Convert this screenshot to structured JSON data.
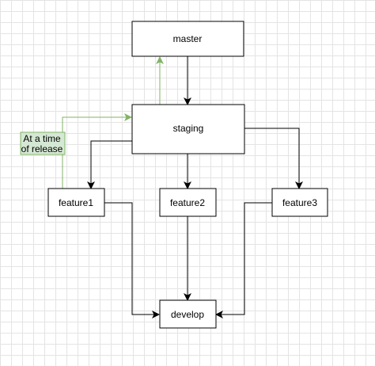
{
  "diagram": {
    "nodes": {
      "master": "master",
      "staging": "staging",
      "feature1": "feature1",
      "feature2": "feature2",
      "feature3": "feature3",
      "develop": "develop"
    },
    "release_note": {
      "line1": "At a time",
      "line2": "of release"
    },
    "colors": {
      "node_stroke": "#000000",
      "node_fill": "#ffffff",
      "edge": "#000000",
      "release_edge": "#82b366",
      "note_fill": "#d5e8d4",
      "note_stroke": "#82b366"
    }
  }
}
